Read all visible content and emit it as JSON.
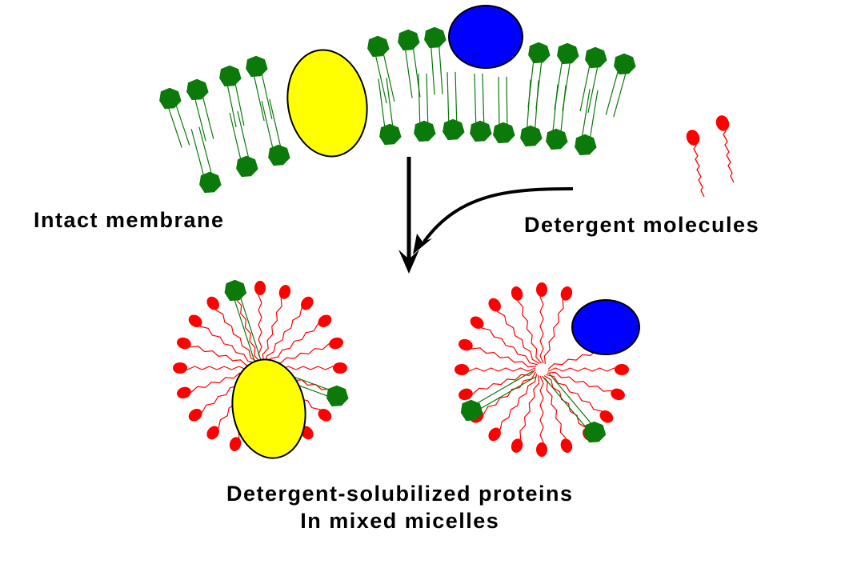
{
  "labels": {
    "intact_membrane": "Intact membrane",
    "detergent_molecules": "Detergent molecules",
    "caption_line1": "Detergent-solubilized proteins",
    "caption_line2": "In mixed micelles"
  },
  "colors": {
    "lipid_green": "#0b7a0b",
    "detergent_red": "#ff0000",
    "protein_yellow": "#ffff00",
    "protein_blue": "#0000ff",
    "arrow_black": "#000000"
  }
}
